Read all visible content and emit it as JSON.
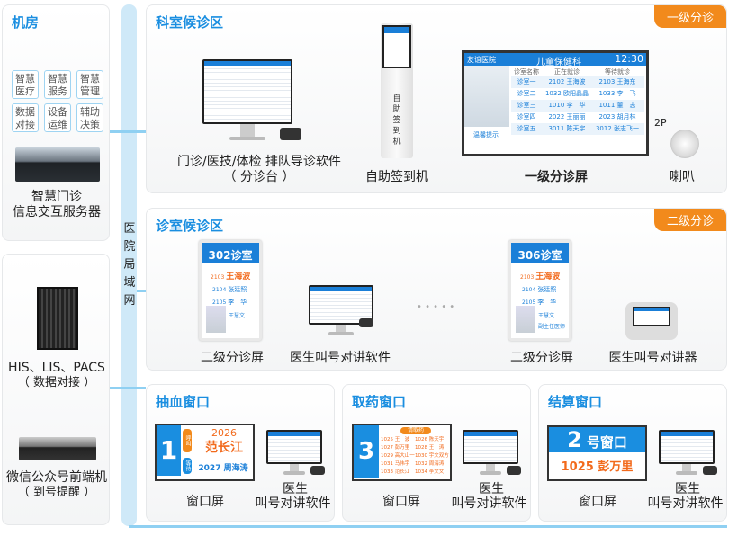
{
  "machine_room": {
    "title": "机房",
    "tags": [
      "智慧医疗",
      "智慧服务",
      "智慧管理",
      "数据对接",
      "设备运维",
      "辅助决策"
    ],
    "server_label_1": "智慧门诊",
    "server_label_2": "信息交互服务器"
  },
  "left_lower": {
    "his_label_1": "HIS、LIS、PACS",
    "his_label_2": "（ 数据对接 ）",
    "wechat_label_1": "微信公众号前端机",
    "wechat_label_2": "（ 到号提醒 ）"
  },
  "lan": {
    "chars": [
      "医",
      "院",
      "局",
      "域",
      "网"
    ]
  },
  "dept_area": {
    "title": "科室候诊区",
    "badge": "一级分诊",
    "software_label_1": "门诊/医技/体检 排队导诊软件",
    "software_label_2": "（ 分诊台 ）",
    "kiosk_label": "自助签到机",
    "kiosk_text": [
      "自",
      "助",
      "签",
      "到",
      "机"
    ],
    "screen_label": "一级分诊屏",
    "speaker_label": "喇叭",
    "speaker_tag": "2P",
    "screen": {
      "hospital": "友谊医院",
      "dept": "儿童保健科",
      "time": "12:30",
      "headers": [
        "诊室名称",
        "正在就诊",
        "等待就诊"
      ],
      "rows": [
        [
          "诊室一",
          "2102 王海波",
          "2103 王海东"
        ],
        [
          "诊室二",
          "1032 欧阳晶晶",
          "1033 李　飞"
        ],
        [
          "诊室三",
          "1010 李　华",
          "1011 董　志"
        ],
        [
          "诊室四",
          "2022 王丽丽",
          "2023 胡月林"
        ],
        [
          "诊室五",
          "3011 陈天宇",
          "3012 张志飞一"
        ]
      ],
      "tip": "温馨提示"
    }
  },
  "room_area": {
    "title": "诊室候诊区",
    "badge": "二级分诊",
    "screen_label": "二级分诊屏",
    "software_label": "医生叫号对讲软件",
    "intercom_label": "医生叫号对讲器",
    "dots": "• • • • •",
    "screen_a": {
      "room": "302诊室",
      "current": "2103",
      "current_name": "王海波",
      "wait": [
        [
          "2104",
          "张廷照"
        ],
        [
          "2105",
          "李　华"
        ]
      ],
      "doctor": "王慧文"
    },
    "screen_b": {
      "room": "306诊室",
      "current": "2103",
      "current_name": "王海波",
      "wait": [
        [
          "2104",
          "张廷照"
        ],
        [
          "2105",
          "李　华"
        ]
      ],
      "doctor": "王慧文",
      "title": "副主任医师"
    }
  },
  "blood": {
    "title": "抽血窗口",
    "num": "1",
    "calling_tag": "呼叫",
    "waiting_tag": "等待",
    "current": "2026",
    "current_name": "范长江",
    "next": "2027 周海涛",
    "screen_label": "窗口屏",
    "soft_1": "医生",
    "soft_2": "叫号对讲软件"
  },
  "pharmacy": {
    "title": "取药窗口",
    "num": "3",
    "header": "请取药",
    "names": [
      "1025 王　波",
      "1026 陈天宇",
      "1027 彭万里",
      "1028 王　涛",
      "1029 高大山一",
      "1030 宇文双方",
      "1031 马伟宇",
      "1032 周海涛",
      "1033 范长江",
      "1034 李文文"
    ],
    "screen_label": "窗口屏",
    "soft_1": "医生",
    "soft_2": "叫号对讲软件"
  },
  "checkout": {
    "title": "结算窗口",
    "num": "2",
    "num_suffix": "号窗口",
    "current": "1025 彭万里",
    "screen_label": "窗口屏",
    "soft_1": "医生",
    "soft_2": "叫号对讲软件"
  },
  "colors": {
    "accent": "#1a8ee0",
    "orange": "#f28a1c",
    "lan": "#cfe9f8"
  }
}
